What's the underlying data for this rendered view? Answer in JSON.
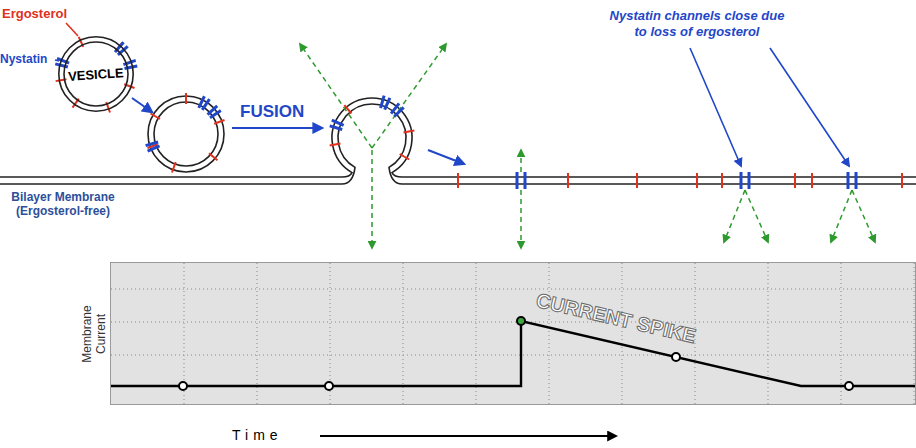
{
  "diagram": {
    "nodes": [
      {
        "text": [
          "VESICLE"
        ]
      },
      {
        "text": [
          "CURRENT SPIKE"
        ]
      }
    ],
    "labels": [
      "Ergosterol",
      "Nystatin",
      "FUSION",
      "Bilayer Membrane (Ergosterol-free)",
      "Nystatin channels close due to loss of ergosterol",
      "Membrane Current",
      "Time"
    ]
  }
}
